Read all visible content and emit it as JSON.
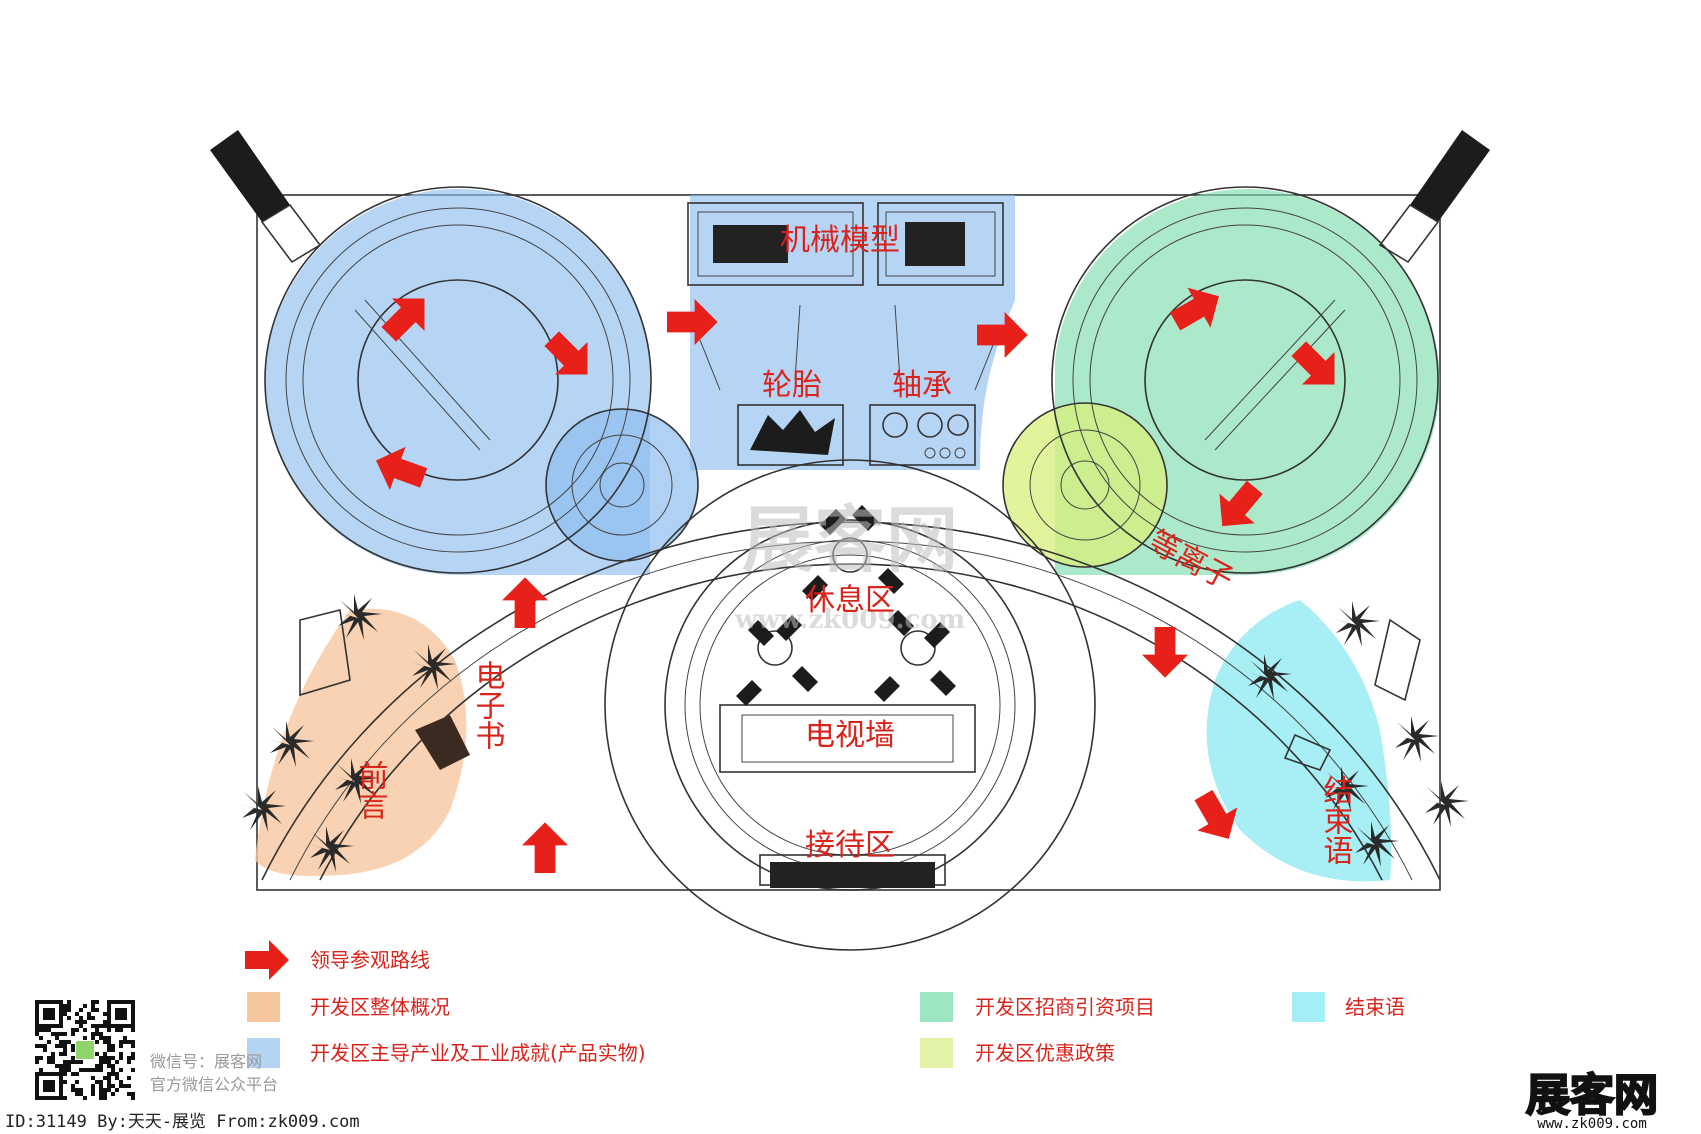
{
  "colors": {
    "blue": "#8fbef0",
    "green": "#7fdcae",
    "yellow": "#d8f07a",
    "orange": "#f6c79f",
    "cyan": "#8ae8f2",
    "arrow": "#e8201a",
    "label": "#d9241c"
  },
  "labels": {
    "machinery_model": "机械模型",
    "tire": "轮胎",
    "bearing": "轴承",
    "rest_area": "休息区",
    "tv_wall": "电视墙",
    "reception": "接待区",
    "ebook": "电子书",
    "preface": "前言",
    "plasma": "等离子",
    "conclusion": "结束语"
  },
  "legend": {
    "route": "领导参观路线",
    "overview": "开发区整体概况",
    "industry": "开发区主导产业及工业成就(产品实物)",
    "investment": "开发区招商引资项目",
    "policy": "开发区优惠政策",
    "conclusion": "结束语"
  },
  "footer": {
    "wechat_id": "微信号：展客网",
    "wechat_desc": "官方微信公众平台",
    "credit": "ID:31149 By:天天-展览 From:zk009.com",
    "logo_text": "展客网",
    "logo_url": "www.zk009.com"
  },
  "watermark": {
    "main": "展客网",
    "url": "www.zk009.com"
  },
  "icons": {
    "route_arrow": "red-arrow-icon",
    "palm": "palm-plant-icon",
    "qr": "qr-code-icon"
  }
}
